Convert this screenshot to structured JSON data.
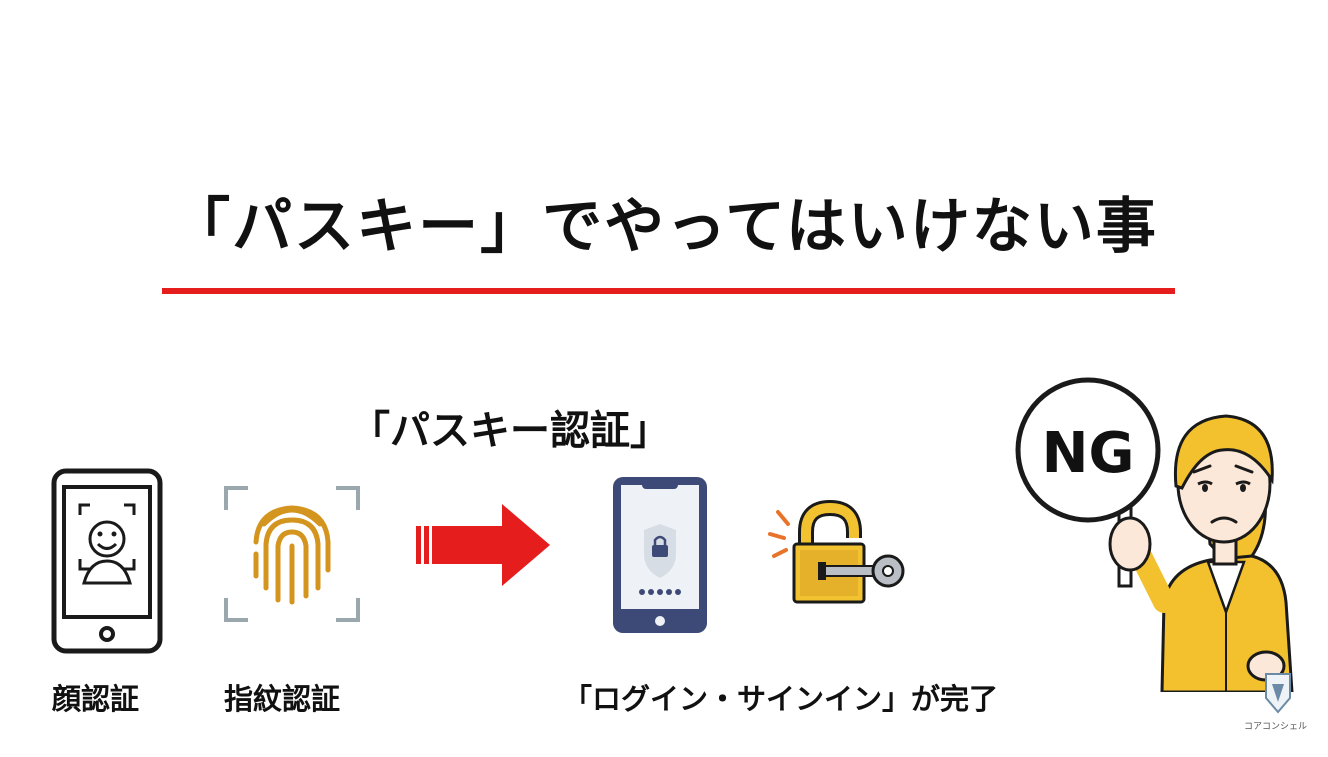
{
  "title": "「パスキー」でやってはいけない事",
  "passkey_label": "「パスキー認証」",
  "face_auth_label": "顔認証",
  "fingerprint_auth_label": "指紋認証",
  "login_complete_label": "「ログイン・サインイン」が完了",
  "ng_sign_text": "NG",
  "brand_text": "コアコンシェル",
  "colors": {
    "accent_red": "#e51d1d",
    "fingerprint_gold": "#d4951f",
    "lock_yellow": "#f2c230",
    "phone_navy": "#3d4a78",
    "jacket_yellow": "#f3c12d"
  },
  "icons": [
    "smartphone-face-icon",
    "fingerprint-icon",
    "red-arrow-icon",
    "phone-lock-icon",
    "padlock-key-icon",
    "woman-ng-sign-icon",
    "brand-logo-icon"
  ]
}
